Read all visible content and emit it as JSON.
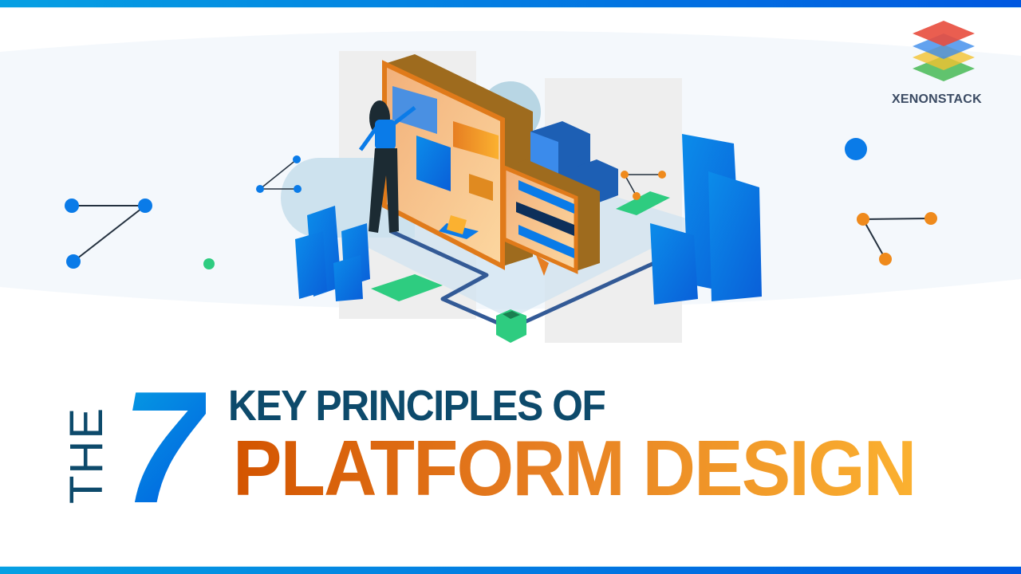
{
  "brand": {
    "name": "XENONSTACK",
    "logo_layers": [
      "#e84c3d",
      "#3b8beb",
      "#f2c230",
      "#3cb54a"
    ]
  },
  "headline": {
    "prefix": "THE",
    "number": "7",
    "line1": "KEY PRINCIPLES OF",
    "line2": "PLATFORM DESIGN"
  },
  "colors": {
    "accent_blue_start": "#06a0e3",
    "accent_blue_end": "#0058e0",
    "title_navy": "#0d4a6b",
    "orange_start": "#d35400",
    "orange_end": "#fbb130",
    "green": "#2ecc80",
    "node_blue": "#0a7be8",
    "node_orange": "#ef8a1c"
  },
  "illustration": {
    "description": "Isometric illustration of a woman interacting with a large monitor displaying cards, a login form speech bubble, server stacks, blue triangular pillars and connected network nodes"
  }
}
